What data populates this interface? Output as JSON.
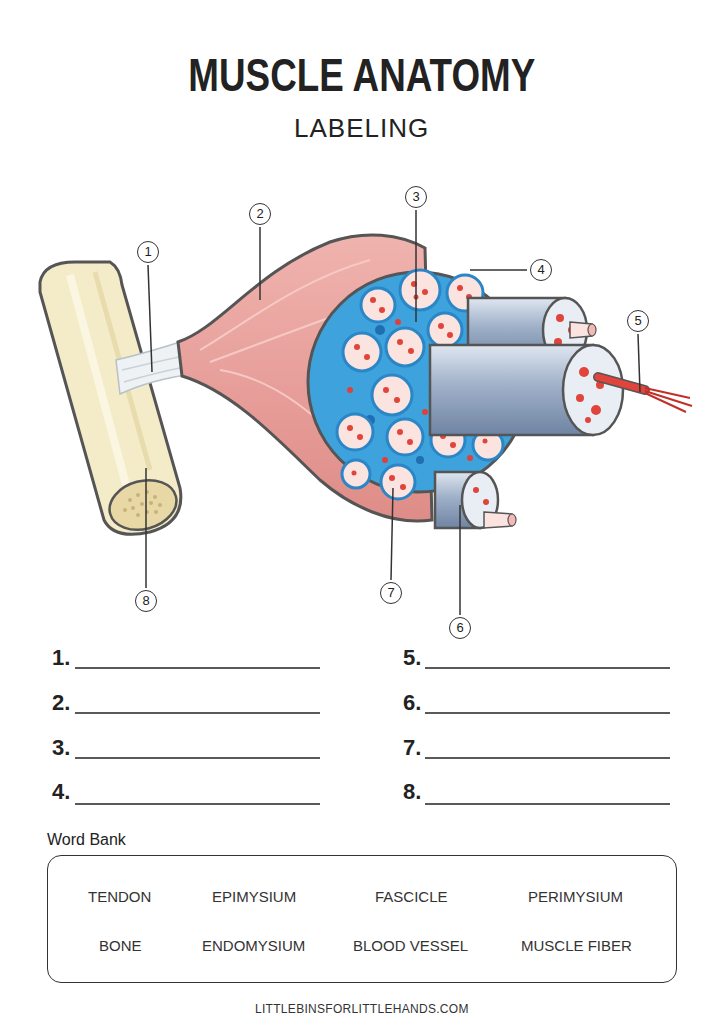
{
  "diagram": {
    "title": "MUSCLE ANATOMY",
    "nodes": [
      {
        "text": [
          "Word Bank",
          "TENDON",
          "EPIMYSIUM",
          "FASCICLE",
          "PERIMYSIUM",
          "BONE",
          "ENDOMYSIUM",
          "BLOOD VESSEL",
          "MUSCLE FIBER"
        ]
      }
    ],
    "labels": [
      "LABELING",
      "1",
      "2",
      "3",
      "4",
      "5",
      "6",
      "7",
      "8",
      "1.",
      "2.",
      "3.",
      "4.",
      "5.",
      "6.",
      "7.",
      "8.",
      "LITTLEBINSFORLITTLEHANDS.COM"
    ]
  }
}
